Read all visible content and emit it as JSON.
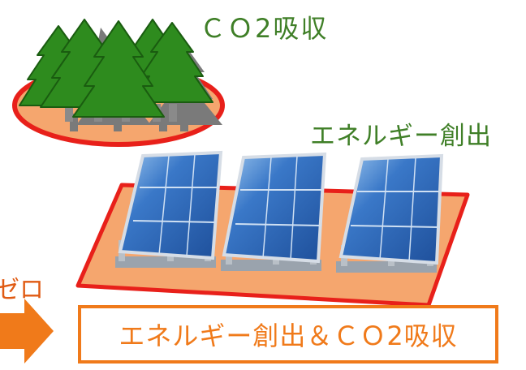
{
  "labels": {
    "co2_absorption": "ＣＯ2吸収",
    "energy_creation": "エネルギー創出",
    "cut_off_text": "ゼロ",
    "result": "エネルギー創出＆ＣＯ2吸収"
  },
  "icons": {
    "forest": "conifer-forest-icon",
    "solar_farm": "solar-panel-array-icon",
    "arrow": "orange-right-arrow-icon"
  },
  "colors": {
    "label_green": "#3f7f27",
    "accent_orange": "#f07a1a",
    "ground_orange": "#f5a66e",
    "outline_red": "#e8201a",
    "tree_green": "#2e8b1e",
    "panel_blue": "#2a63b8"
  }
}
